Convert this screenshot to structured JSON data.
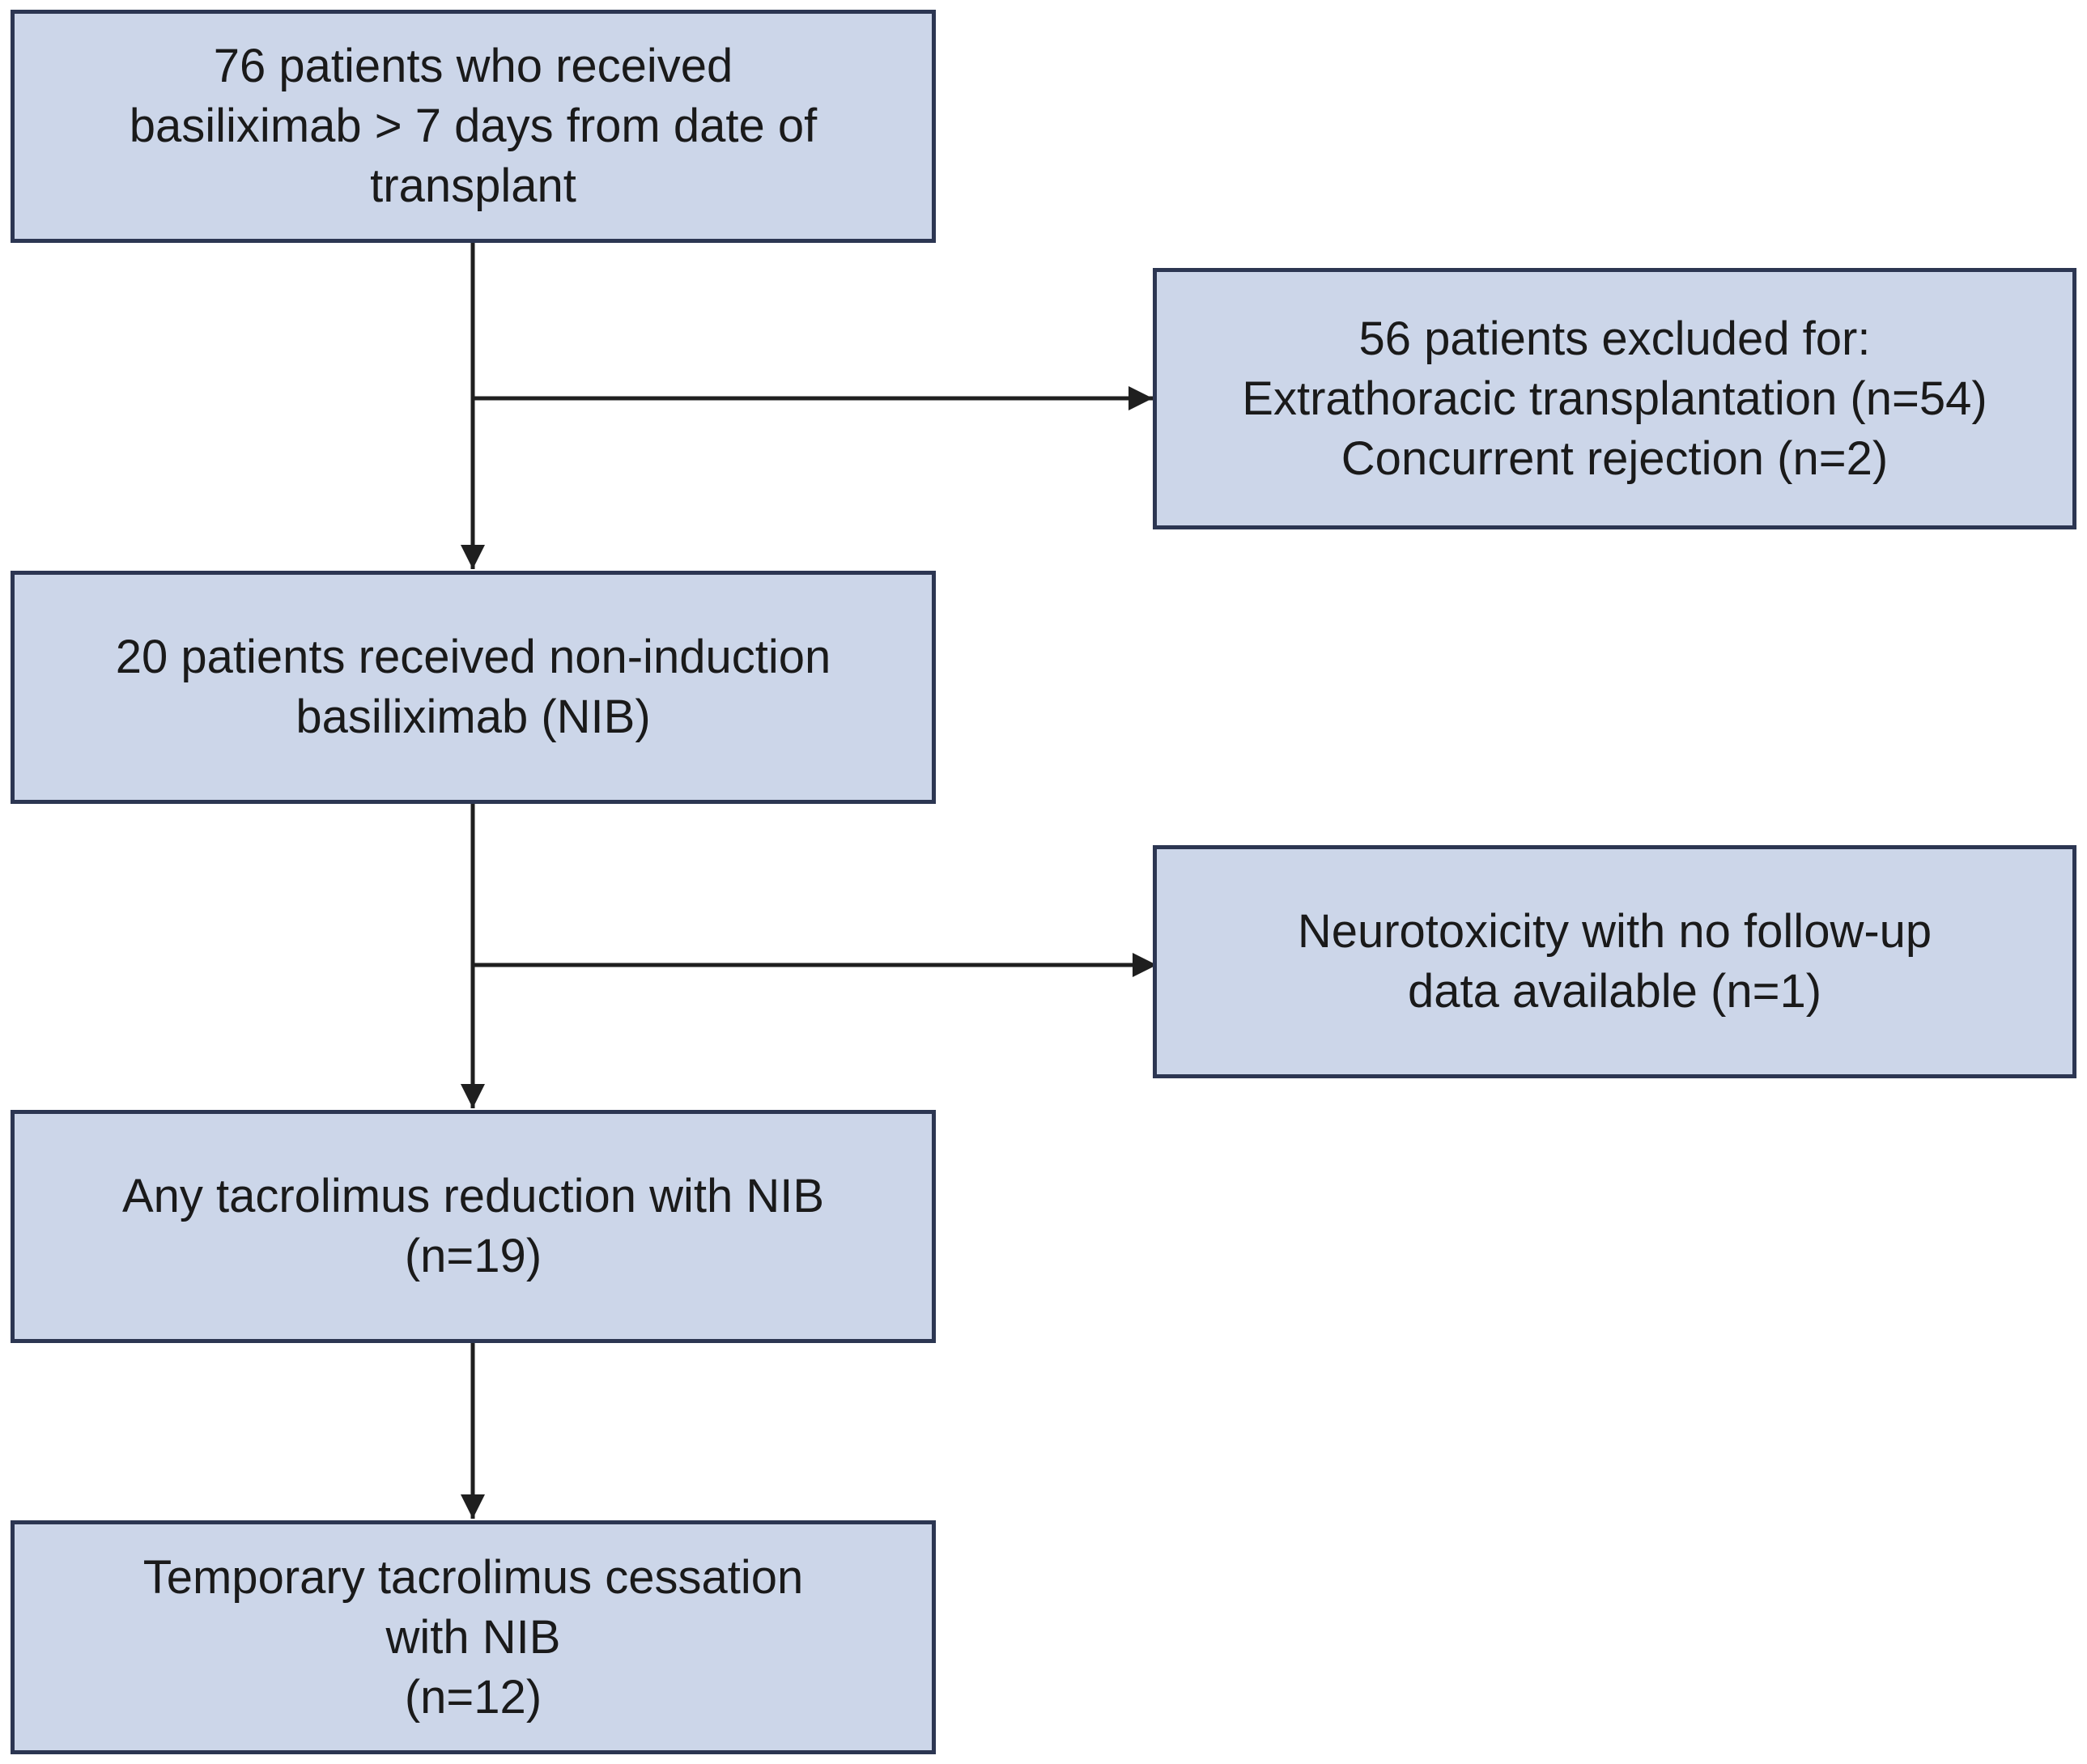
{
  "boxes": {
    "initial": {
      "lines": [
        "76 patients who received",
        "basiliximab > 7 days from date of",
        "transplant"
      ]
    },
    "excluded": {
      "lines": [
        "56 patients excluded for:",
        "Extrathoracic transplantation (n=54)",
        "Concurrent rejection (n=2)"
      ]
    },
    "nib": {
      "lines": [
        "20 patients received non-induction",
        "basiliximab (NIB)"
      ]
    },
    "neurotoxicity": {
      "lines": [
        "Neurotoxicity with no follow-up",
        "data available (n=1)"
      ]
    },
    "reduction": {
      "lines": [
        "Any tacrolimus reduction with NIB",
        "(n=19)"
      ]
    },
    "cessation": {
      "lines": [
        "Temporary tacrolimus cessation",
        "with NIB",
        "(n=12)"
      ]
    }
  },
  "colors": {
    "box_fill": "#ccd6e9",
    "box_border": "#2c3652",
    "connector": "#1f1f1f",
    "text": "#1a1a1a"
  }
}
